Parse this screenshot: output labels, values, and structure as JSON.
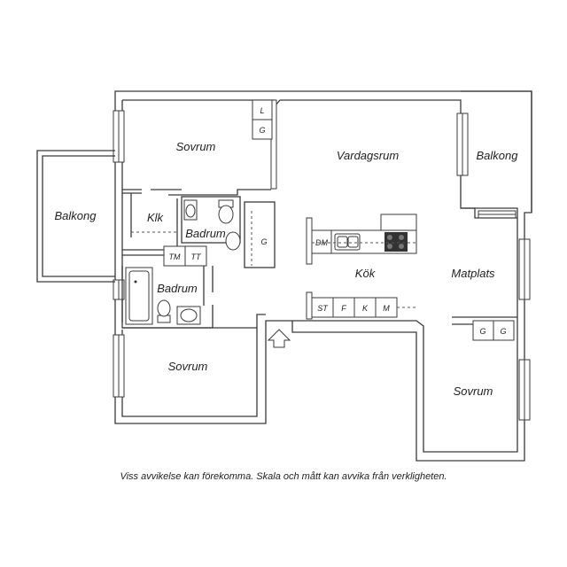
{
  "rooms": {
    "sovrum_top": "Sovrum",
    "vardagsrum": "Vardagsrum",
    "balkong_right": "Balkong",
    "balkong_left": "Balkong",
    "klk": "Klk",
    "badrum_upper": "Badrum",
    "badrum_lower": "Badrum",
    "kok": "Kök",
    "matplats": "Matplats",
    "sovrum_bottom": "Sovrum",
    "sovrum_right": "Sovrum"
  },
  "appliances": {
    "l": "L",
    "g_top": "G",
    "g_hall": "G",
    "tm": "TM",
    "tt": "TT",
    "dm": "DM",
    "st": "ST",
    "f": "F",
    "k": "K",
    "m": "M",
    "g_right_1": "G",
    "g_right_2": "G"
  },
  "caption": "Viss avvikelse kan förekomma. Skala och mått kan avvika från verkligheten."
}
